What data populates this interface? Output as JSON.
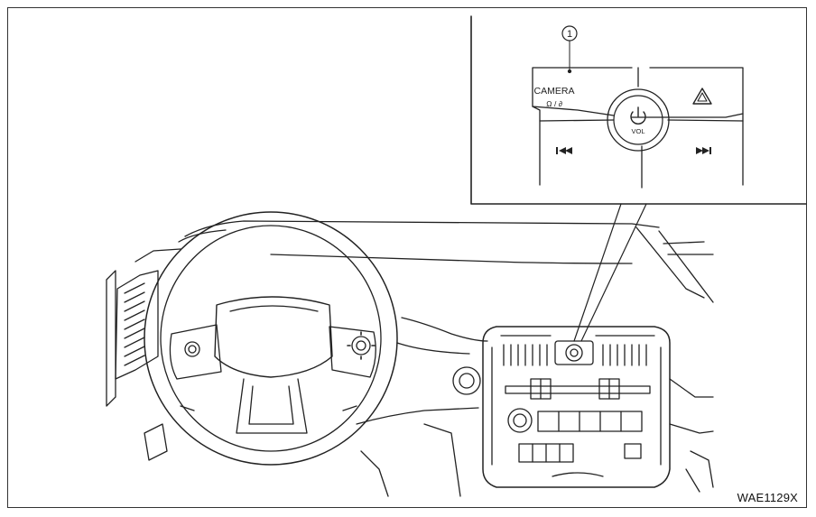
{
  "figure": {
    "callout_number": "1",
    "camera_label": "CAMERA",
    "camera_sub_label": "Ω / ∂",
    "vol_label": "VOL",
    "prev_track_icon": "⏮",
    "next_track_icon": "⏭",
    "figure_code": "WAE1129X"
  },
  "icons": {
    "power": "power-icon",
    "hazard": "hazard-triangle-icon",
    "prev": "previous-track-icon",
    "next": "next-track-icon"
  },
  "colors": {
    "line": "#222222",
    "frame": "#333333"
  }
}
